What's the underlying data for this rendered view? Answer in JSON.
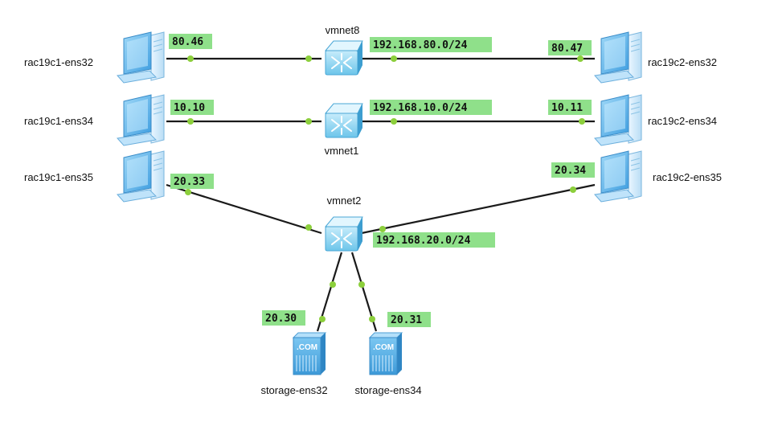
{
  "colors": {
    "line": "#1a1a1a",
    "endpoint_dot": "#8ccf3c",
    "ip_label_bg": "#8fe08a",
    "device_blue": "#5fb4ea",
    "device_light": "#d6efff",
    "switch_fill": "#8fd6f0"
  },
  "switches": [
    {
      "id": "vmnet8",
      "label": "vmnet8",
      "subnet": "192.168.80.0/24",
      "icon": "switch-icon"
    },
    {
      "id": "vmnet1",
      "label": "vmnet1",
      "subnet": "192.168.10.0/24",
      "icon": "switch-icon"
    },
    {
      "id": "vmnet2",
      "label": "vmnet2",
      "subnet": "192.168.20.0/24",
      "icon": "switch-icon"
    }
  ],
  "hosts": [
    {
      "id": "c1e32",
      "label": "rac19c1-ens32",
      "ip": "80.46",
      "icon": "pc-icon"
    },
    {
      "id": "c1e34",
      "label": "rac19c1-ens34",
      "ip": "10.10",
      "icon": "pc-icon"
    },
    {
      "id": "c1e35",
      "label": "rac19c1-ens35",
      "ip": "20.33",
      "icon": "pc-icon"
    },
    {
      "id": "c2e32",
      "label": "rac19c2-ens32",
      "ip": "80.47",
      "icon": "pc-icon"
    },
    {
      "id": "c2e34",
      "label": "rac19c2-ens34",
      "ip": "10.11",
      "icon": "pc-icon"
    },
    {
      "id": "c2e35",
      "label": "rac19c2-ens35",
      "ip": "20.34",
      "icon": "pc-icon"
    },
    {
      "id": "st32",
      "label": "storage-ens32",
      "ip": "20.30",
      "icon": "server-icon",
      "server_text": ".COM"
    },
    {
      "id": "st34",
      "label": "storage-ens34",
      "ip": "20.31",
      "icon": "server-icon",
      "server_text": ".COM"
    }
  ]
}
